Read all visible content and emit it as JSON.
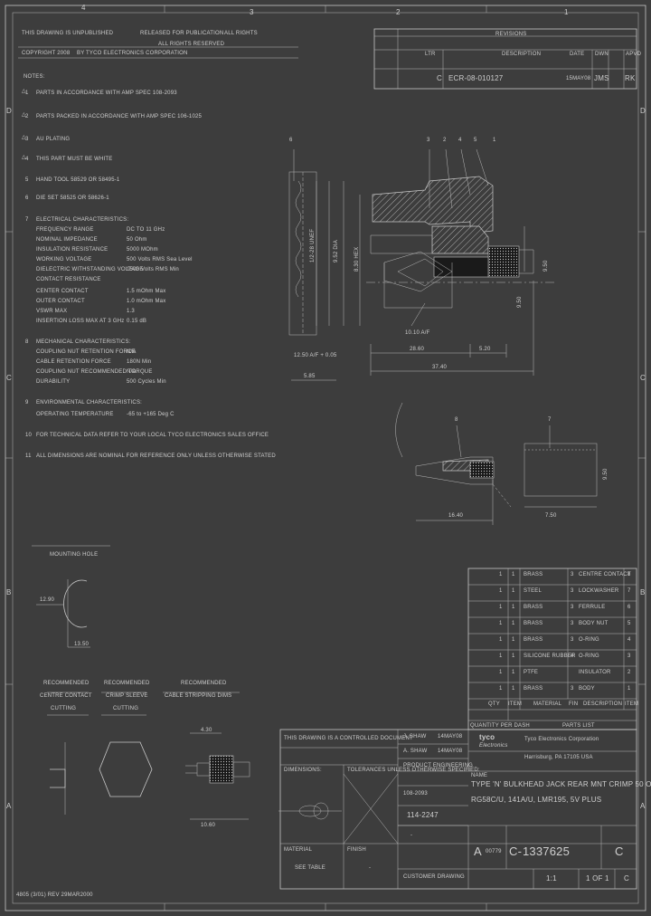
{
  "border": {
    "zones_top": [
      "4",
      "3",
      "2",
      "1"
    ],
    "zones_side": [
      "D",
      "C",
      "B",
      "A"
    ]
  },
  "header": {
    "line1": "THIS DRAWING IS UNPUBLISHED",
    "line1b": "RELEASED FOR PUBLICATION",
    "line1c": "ALL RIGHTS",
    "line2": "COPYRIGHT 2008",
    "line2b": "BY TYCO ELECTRONICS CORPORATION",
    "line2c": "ALL RIGHTS RESERVED"
  },
  "revisions": {
    "title": "REVISIONS",
    "cols": [
      "LTR",
      "DESCRIPTION",
      "DATE",
      "DWN",
      "APVD"
    ],
    "rows": [
      {
        "ltr": "C",
        "desc": "ECR-08-010127",
        "date": "15MAY08",
        "dwn": "JMS",
        "apvd": "RK"
      }
    ]
  },
  "notes": {
    "title": "NOTES:",
    "items": [
      {
        "n": "1",
        "text": "PARTS IN ACCORDANCE WITH AMP SPEC 108-2093"
      },
      {
        "n": "2",
        "text": "PARTS PACKED IN ACCORDANCE WITH AMP SPEC 106-1025"
      },
      {
        "n": "3",
        "text": "AU PLATING"
      },
      {
        "n": "4",
        "text": "THIS PART MUST BE WHITE"
      },
      {
        "n": "5",
        "text": "HAND TOOL 58529 OR 58495-1"
      },
      {
        "n": "6",
        "text": "DIE SET 58525 OR 58626-1"
      },
      {
        "n": "7",
        "text": "ELECTRICAL CHARACTERISTICS:"
      },
      {
        "n": "8",
        "text": "MECHANICAL CHARACTERISTICS:"
      },
      {
        "n": "9",
        "text": "ENVIRONMENTAL CHARACTERISTICS:"
      },
      {
        "n": "10",
        "text": "FOR TECHNICAL DATA REFER TO YOUR LOCAL TYCO ELECTRONICS SALES OFFICE"
      },
      {
        "n": "11",
        "text": "ALL DIMENSIONS ARE NOMINAL FOR REFERENCE ONLY UNLESS OTHERWISE STATED"
      }
    ],
    "electrical": [
      [
        "FREQUENCY RANGE",
        "DC TO 11 GHz"
      ],
      [
        "NOMINAL IMPEDANCE",
        "50 Ohm"
      ],
      [
        "INSULATION RESISTANCE",
        "5000 MOhm"
      ],
      [
        "WORKING VOLTAGE",
        "500 Volts RMS Sea Level"
      ],
      [
        "DIELECTRIC WITHSTANDING VOLTAGE",
        "1500 Volts RMS Min"
      ],
      [
        "CONTACT RESISTANCE",
        ""
      ],
      [
        "CENTER CONTACT",
        "1.5 mOhm Max"
      ],
      [
        "OUTER CONTACT",
        "1.0 mOhm Max"
      ],
      [
        "VSWR MAX",
        "1.3"
      ],
      [
        "INSERTION LOSS MAX AT 3 GHz",
        "0.15 dB"
      ]
    ],
    "mechanical": [
      [
        "COUPLING NUT RETENTION FORCE",
        "N/A"
      ],
      [
        "CABLE RETENTION FORCE",
        "180N Min"
      ],
      [
        "COUPLING NUT RECOMMENDED TORQUE",
        "N/A"
      ],
      [
        "DURABILITY",
        "500 Cycles Min"
      ]
    ],
    "environmental": [
      [
        "OPERATING TEMPERATURE",
        "-65 to +165 Deg C"
      ]
    ]
  },
  "main_view": {
    "dim_bottom_1": "28.60",
    "dim_bottom_2": "5.20",
    "dim_bottom_total": "37.40",
    "dim_left": "5.85",
    "thread": "1/2-28 UNEF",
    "dim_v1": "9.52 DIA",
    "dim_v2": "8.30 HEX",
    "dim_right": "9.50",
    "note_1": "10.10 A/F",
    "note_2": "12.50 A/F + 0.05",
    "balloons": [
      "6",
      "3",
      "2",
      "4",
      "5",
      "1"
    ]
  },
  "detail_view": {
    "dim_left": "16.40",
    "dim_right": "7.50",
    "dim_side": "9.50",
    "balloons": [
      "8",
      "7"
    ]
  },
  "mounting": {
    "title": "MOUNTING HOLE",
    "dim_1": "12.90",
    "dim_2": "13.50"
  },
  "cutouts": {
    "c1": [
      "RECOMMENDED",
      "CENTRE CONTACT",
      "CUTTING"
    ],
    "c2": [
      "RECOMMENDED",
      "CRIMP SLEEVE",
      "CUTTING"
    ],
    "c3": [
      "RECOMMENDED",
      "CABLE STRIPPING DIMS"
    ],
    "dim_a": "4.30",
    "dim_b": "10.60"
  },
  "parts_list": {
    "rows": [
      {
        "q": "1",
        "i": "1",
        "mat": "BRASS",
        "fin": "3",
        "desc": "CENTRE CONTACT",
        "no": "8"
      },
      {
        "q": "1",
        "i": "1",
        "mat": "STEEL",
        "fin": "3",
        "desc": "LOCKWASHER",
        "no": "7"
      },
      {
        "q": "1",
        "i": "1",
        "mat": "BRASS",
        "fin": "3",
        "desc": "FERRULE",
        "no": "6"
      },
      {
        "q": "1",
        "i": "1",
        "mat": "BRASS",
        "fin": "3",
        "desc": "BODY NUT",
        "no": "5"
      },
      {
        "q": "1",
        "i": "1",
        "mat": "BRASS",
        "fin": "3",
        "desc": "O-RING",
        "no": "4"
      },
      {
        "q": "1",
        "i": "1",
        "mat": "SILICONE RUBBER",
        "fin": "4",
        "desc": "O-RING",
        "no": "3"
      },
      {
        "q": "1",
        "i": "1",
        "mat": "PTFE",
        "fin": "",
        "desc": "INSULATOR",
        "no": "2"
      },
      {
        "q": "1",
        "i": "1",
        "mat": "BRASS",
        "fin": "3",
        "desc": "BODY",
        "no": "1"
      }
    ],
    "head": [
      "QTY",
      "ITEM",
      "MATERIAL",
      "FIN",
      "DESCRIPTION",
      "ITEM"
    ],
    "qty_label": "QUANTITY PER DASH",
    "title": "PARTS LIST"
  },
  "title_block": {
    "controlled": "THIS DRAWING IS A CONTROLLED DOCUMENT",
    "dims_label": "DIMENSIONS:",
    "tol_label": "TOLERANCES UNLESS OTHERWISE SPECIFIED:",
    "dwn": "J. SHAW",
    "chk": "A. SHAW",
    "appvd": "PRODUCT ENGINEERING",
    "dwn_date": "14MAY08",
    "chk_date": "14MAY08",
    "company": "tyco",
    "company_sub": "Electronics",
    "company_name": "Tyco Electronics Corporation",
    "company_loc": "Harrisburg, PA 17105 USA",
    "name_label": "NAME",
    "title_l1": "TYPE 'N' BULKHEAD JACK REAR MNT CRIMP 50 OHM",
    "title_l2": "RG58C/U, 141A/U, LMR195, 5V PLUS",
    "size": "A",
    "cage": "00779",
    "dwg_prefix": "C-",
    "dwg_no": "1337625",
    "rev": "C",
    "scale": "1:1",
    "sheet": "1 OF 1",
    "material_label": "MATERIAL",
    "material": "SEE TABLE",
    "finish_label": "FINISH",
    "finish": "-",
    "weight": "-",
    "customer": "CUSTOMER DRAWING",
    "product_spec": "108-2093",
    "app_spec": "114-2247"
  },
  "footer": {
    "form": "4805 (3/01) REV 29MAR2000"
  }
}
